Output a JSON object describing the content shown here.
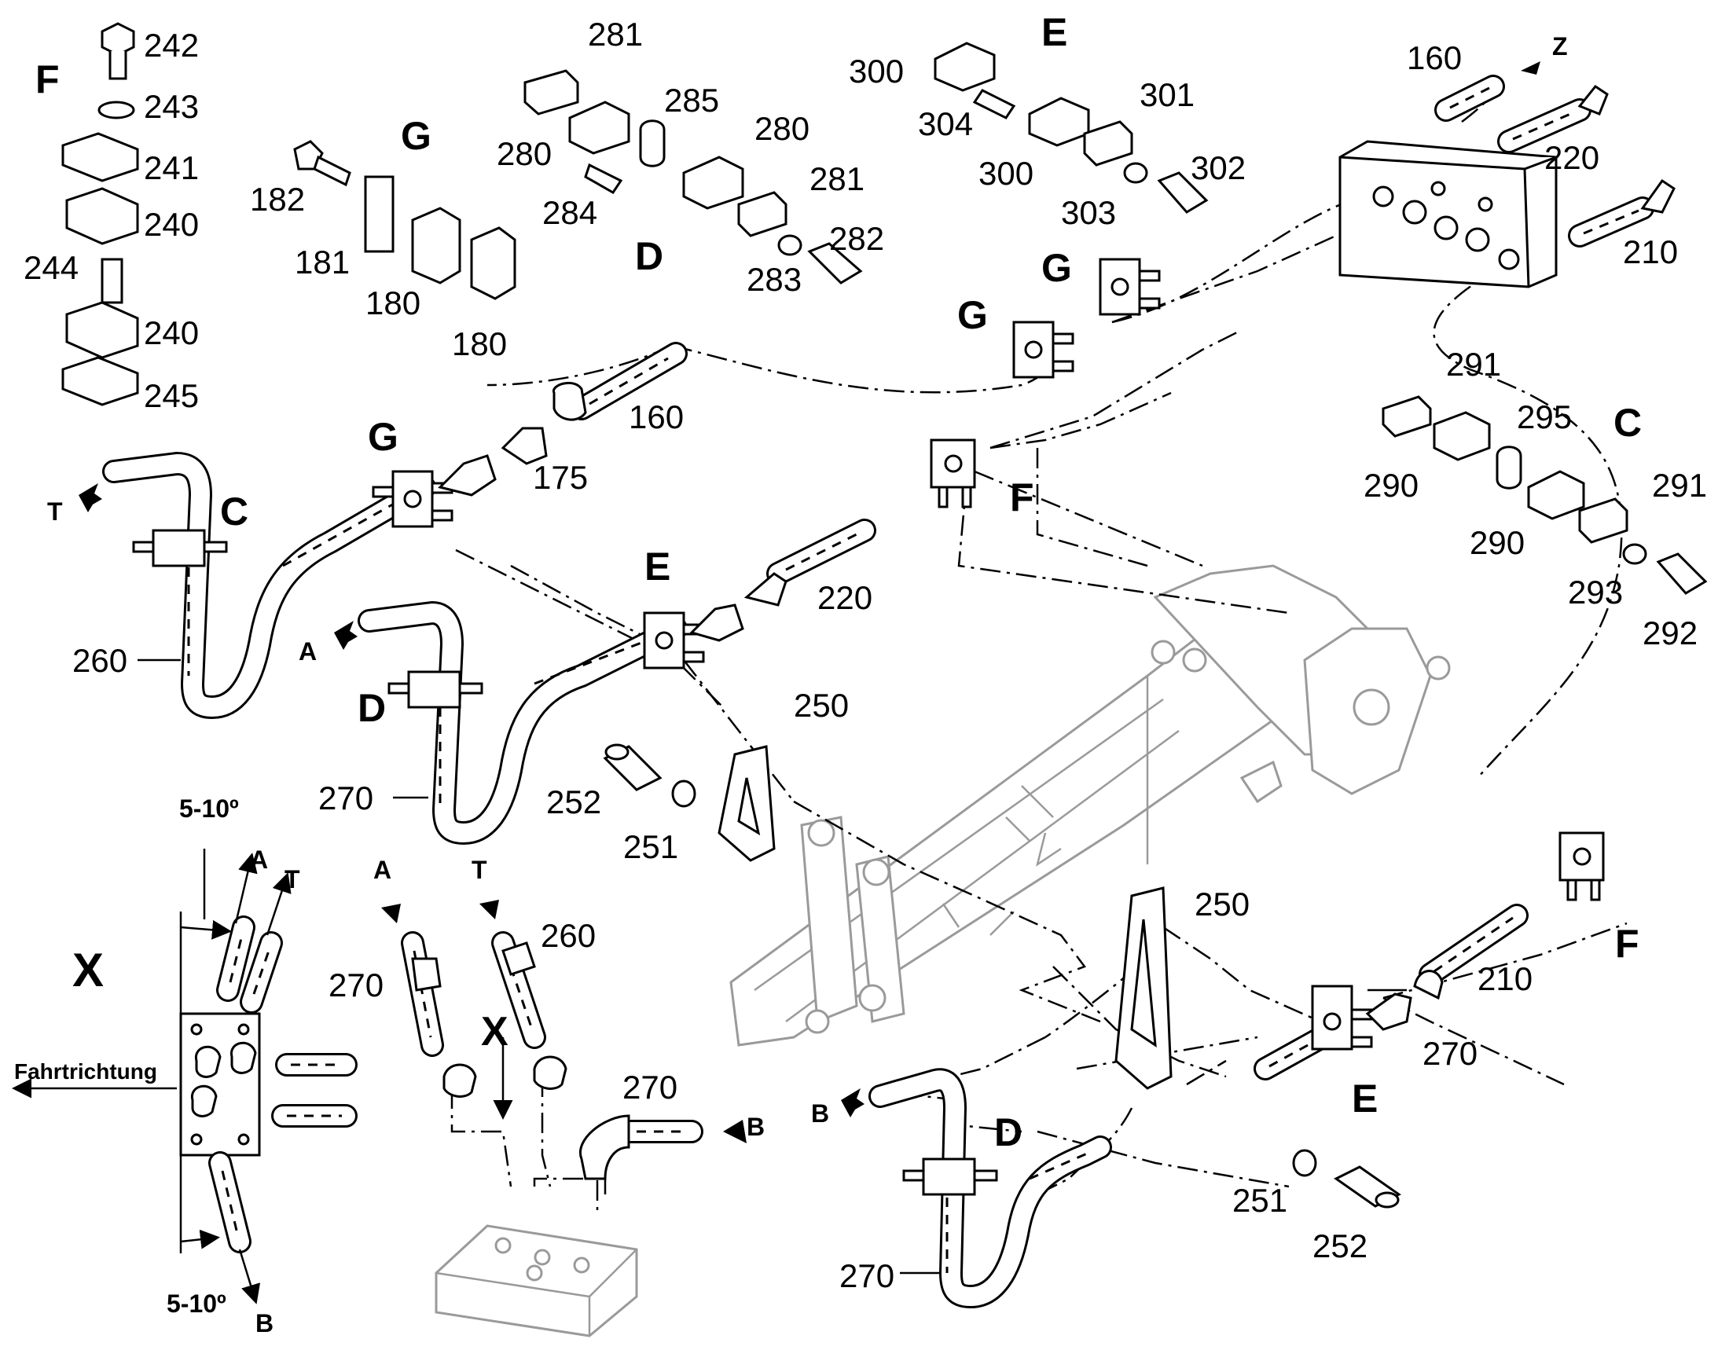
{
  "diagram": {
    "group_letters": {
      "c_left": "C",
      "c_right": "C",
      "d_top": "D",
      "d_left": "D",
      "d_bottom": "D",
      "e_top": "E",
      "e_mid": "E",
      "e_right": "E",
      "f_top": "F",
      "f_mid": "F",
      "f_right": "F",
      "g_top": "G",
      "g_left": "G",
      "g_mid1": "G",
      "g_mid2": "G"
    },
    "part_numbers": {
      "p242": "242",
      "p243": "243",
      "p241": "241",
      "p240a": "240",
      "p244": "244",
      "p240b": "240",
      "p245": "245",
      "p182": "182",
      "p181": "181",
      "p180a": "180",
      "p180b": "180",
      "p281a": "281",
      "p285": "285",
      "p280a": "280",
      "p280b": "280",
      "p281b": "281",
      "p284": "284",
      "p283": "283",
      "p282": "282",
      "p300a": "300",
      "p304": "304",
      "p300b": "300",
      "p301": "301",
      "p303": "303",
      "p302": "302",
      "p160a": "160",
      "p220a": "220",
      "p210a": "210",
      "p160b": "160",
      "p175": "175",
      "p220b": "220",
      "p291a": "291",
      "p295": "295",
      "p290a": "290",
      "p291b": "291",
      "p290b": "290",
      "p293": "293",
      "p292": "292",
      "p260a": "260",
      "p270a": "270",
      "p250a": "250",
      "p252a": "252",
      "p251a": "251",
      "p270b": "270",
      "p260b": "260",
      "p270c": "270",
      "p250b": "250",
      "p210b": "210",
      "p270d": "270",
      "p251b": "251",
      "p252b": "252",
      "p270e": "270"
    },
    "port_labels": {
      "t_left": "T",
      "a_left": "A",
      "a_detail": "A",
      "t_detail": "T",
      "b_detail": "B",
      "a_valve": "A",
      "t_valve": "T",
      "b_valve": "B",
      "b_right": "B",
      "z_top": "Z"
    },
    "detail_view": "X",
    "valve_view": "X",
    "angle_top": "5-10º",
    "angle_bottom": "5-10º",
    "direction_label": "Fahrtrichtung"
  }
}
